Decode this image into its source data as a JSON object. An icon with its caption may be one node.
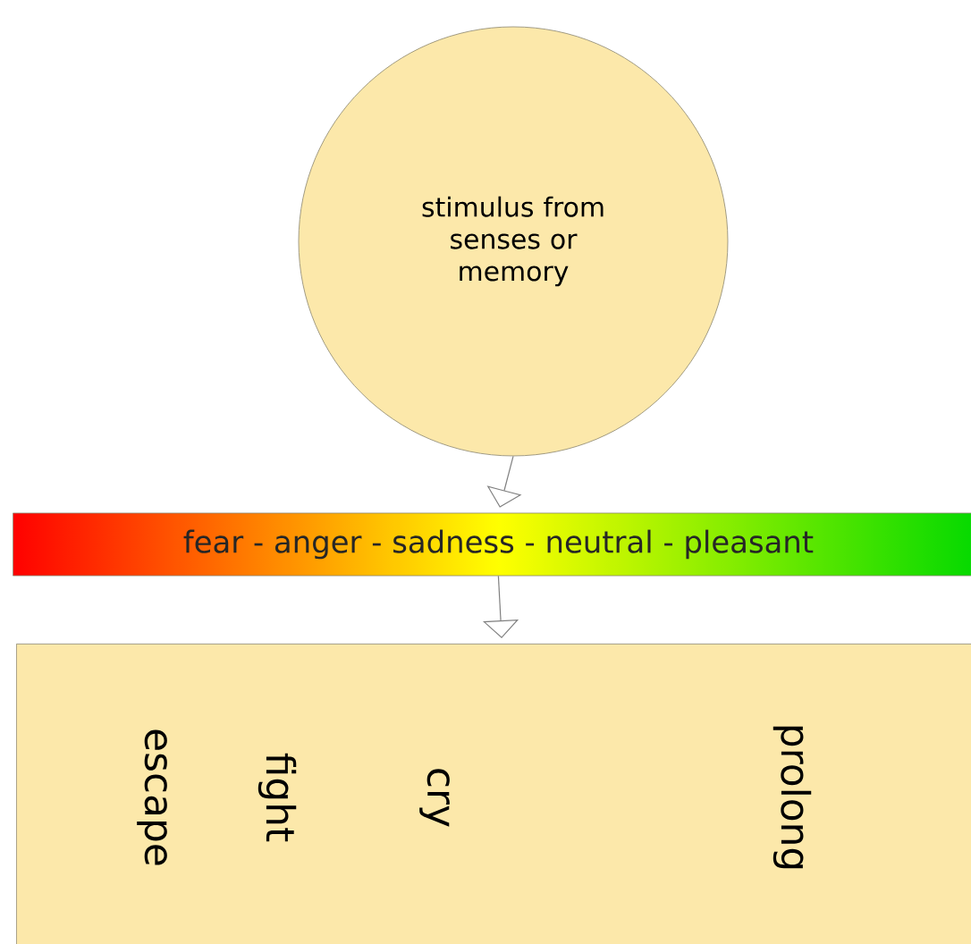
{
  "diagram": {
    "nodes": [
      {
        "text": [
          "stimulus from senses or memory"
        ]
      },
      {
        "text": [
          "fear - anger - sadness - neutral - pleasant"
        ]
      },
      {
        "text": [
          "escape",
          "fight",
          "cry",
          "prolong"
        ]
      }
    ],
    "edges": [
      {
        "from": 0,
        "to": 1,
        "arrow": "to"
      },
      {
        "from": 1,
        "to": 2,
        "arrow": "to"
      }
    ]
  }
}
